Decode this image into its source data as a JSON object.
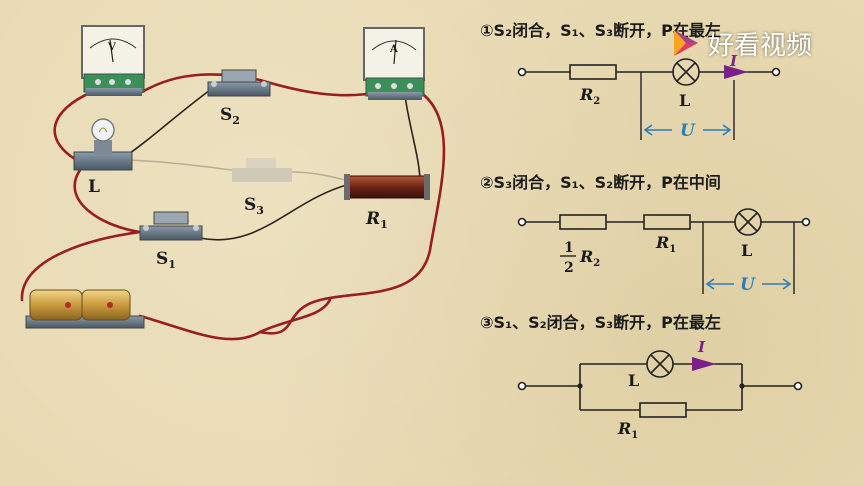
{
  "watermark": {
    "text": "好看视频"
  },
  "circuit": {
    "L": "L",
    "S1": "S",
    "S1_sub": "1",
    "S2": "S",
    "S2_sub": "2",
    "S3": "S",
    "S3_sub": "3",
    "R1": "R",
    "R1_sub": "1",
    "voltmeter": "V",
    "ammeter": "A"
  },
  "cases": [
    {
      "num": "①",
      "caption": "S₂闭合，S₁、S₃断开，P在最左",
      "R2": "R",
      "R2_sub": "2",
      "L": "L",
      "I": "I",
      "U": "U"
    },
    {
      "num": "②",
      "caption": "S₃闭合，S₁、S₂断开，P在中间",
      "frac_num": "1",
      "frac_den": "2",
      "R2": "R",
      "R2_sub": "2",
      "R1": "R",
      "R1_sub": "1",
      "L": "L",
      "U": "U"
    },
    {
      "num": "③",
      "caption": "S₁、S₂闭合，S₃断开，P在最左",
      "L": "L",
      "I": "I",
      "R1": "R",
      "R1_sub": "1"
    }
  ]
}
